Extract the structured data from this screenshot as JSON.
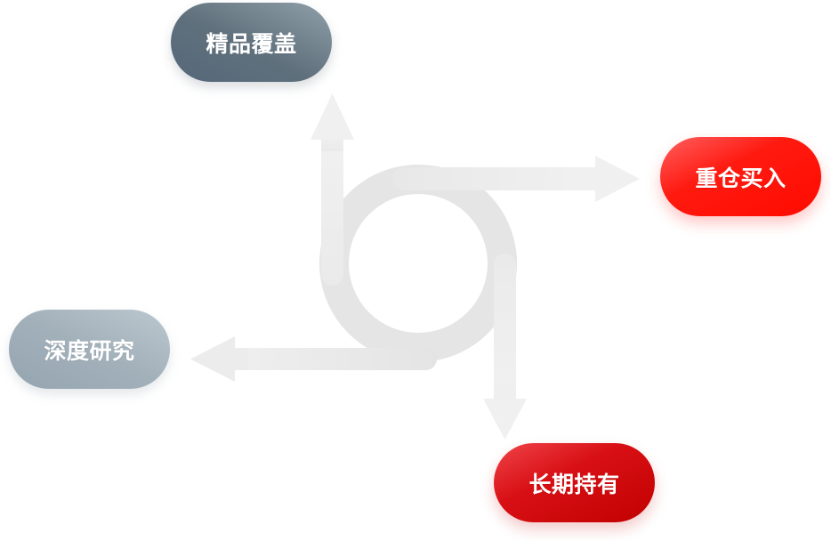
{
  "diagram": {
    "type": "cycle-arrows",
    "center_shape": "ring",
    "nodes": [
      {
        "id": "top",
        "label": "精品覆盖",
        "direction": "up",
        "color_from": "#56677a",
        "color_to": "#8fa0aa"
      },
      {
        "id": "right",
        "label": "重仓买入",
        "direction": "right",
        "color_from": "#ff6060",
        "color_to": "#ff0a00"
      },
      {
        "id": "left",
        "label": "深度研究",
        "direction": "left",
        "color_from": "#95a5b0",
        "color_to": "#bcc8cf"
      },
      {
        "id": "bottom",
        "label": "长期持有",
        "direction": "down",
        "color_from": "#f0444a",
        "color_to": "#c20000"
      }
    ],
    "colors": {
      "ring": "#e5e5e5",
      "arrow": "#eeeeee"
    }
  }
}
